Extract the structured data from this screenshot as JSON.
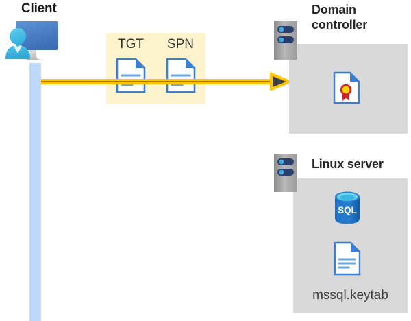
{
  "diagram": {
    "title_client": "Client",
    "nodes": {
      "client": {
        "label": "Client",
        "icon": "client-computer-user-icon"
      },
      "domain_controller": {
        "label": "Domain\ncontroller",
        "label_line1": "Domain",
        "label_line2": "controller",
        "server_icon": "server-rack-icon",
        "contents": [
          {
            "icon": "certificate-document-icon",
            "label": ""
          }
        ]
      },
      "linux_server": {
        "label": "Linux server",
        "server_icon": "server-rack-icon",
        "contents": [
          {
            "icon": "sql-database-icon",
            "label": "SQL"
          },
          {
            "icon": "keytab-document-icon",
            "label": "mssql.keytab"
          }
        ]
      }
    },
    "message": {
      "box_color": "#fdf3cd",
      "items": [
        {
          "label": "TGT",
          "icon": "document-icon"
        },
        {
          "label": "SPN",
          "icon": "document-icon"
        }
      ]
    },
    "arrow": {
      "direction": "right",
      "line_color": "#ffc500",
      "head_color": "#404040",
      "name": "request-arrow"
    },
    "colors": {
      "lifeline": "#bdd9f7",
      "panel": "#d9d9d9",
      "message_box": "#fdf3cd",
      "arrow": "#ffc500",
      "doc_blue": "#3a7fd5",
      "sql_blue": "#1b6ec2",
      "server_gray": "#a6a6a6",
      "server_bar": "#2a3f6b",
      "server_dot": "#3fa9e0",
      "seal_red": "#cc2229",
      "seal_yellow": "#ffd400"
    }
  }
}
